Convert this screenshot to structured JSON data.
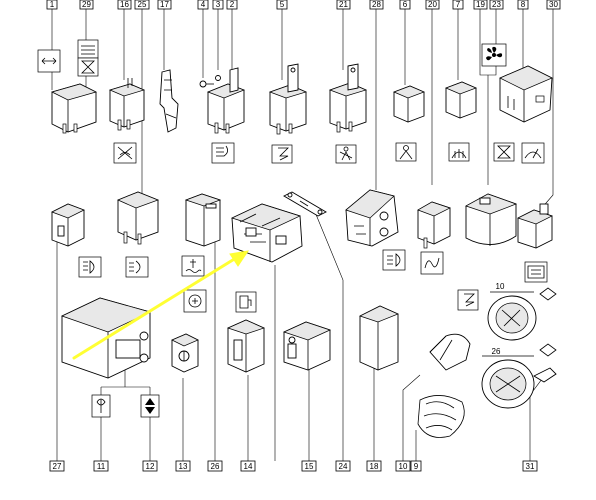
{
  "top_labels": [
    "1",
    "29",
    "16",
    "25",
    "17",
    "4",
    "3",
    "2",
    "5",
    "21",
    "28",
    "6",
    "20",
    "7",
    "19",
    "23",
    "8",
    "30"
  ],
  "bottom_labels": [
    "27",
    "11",
    "12",
    "13",
    "26",
    "14",
    "15",
    "24",
    "18",
    "10",
    "9",
    "31"
  ],
  "connector_counts": [
    "10",
    "26"
  ],
  "colors": {
    "highlight_arrow": "#ffff33",
    "line": "#000000"
  }
}
